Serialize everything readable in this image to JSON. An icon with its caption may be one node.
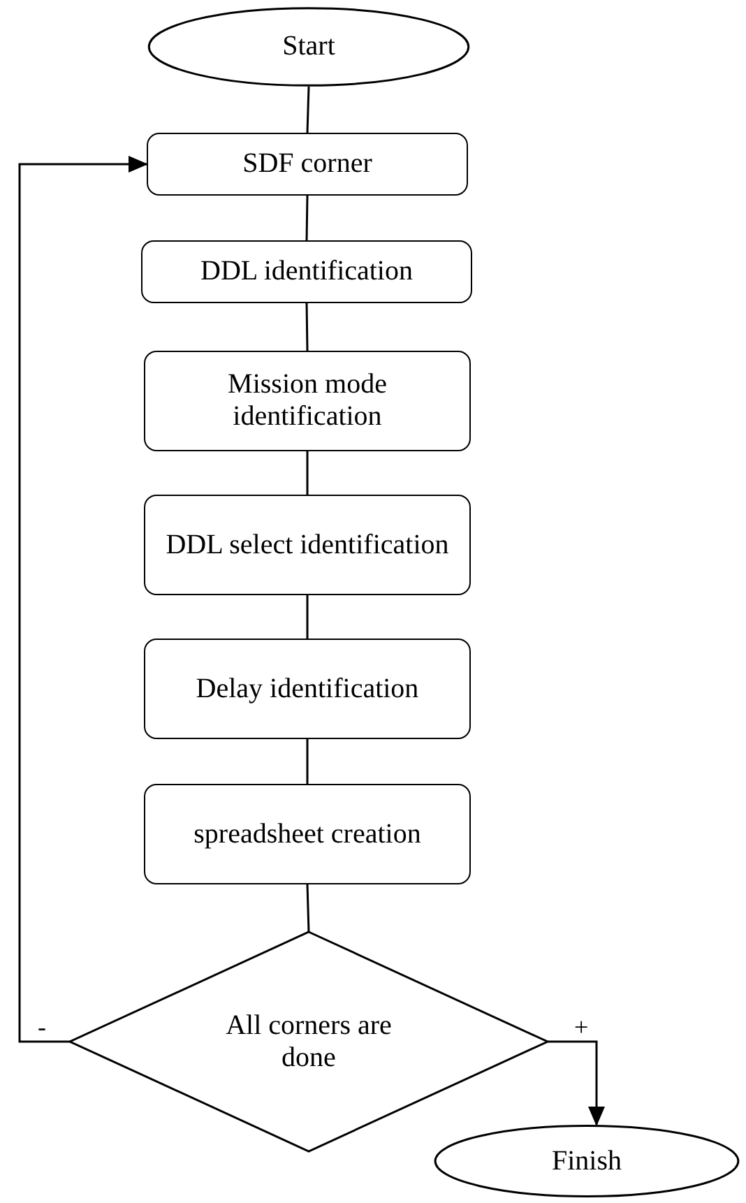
{
  "diagram": {
    "nodes": [
      {
        "text": [
          "Start"
        ]
      },
      {
        "text": [
          "SDF corner"
        ]
      },
      {
        "text": [
          "DDL identification"
        ]
      },
      {
        "text": [
          "Mission mode identification"
        ]
      },
      {
        "text": [
          "DDL select identification"
        ]
      },
      {
        "text": [
          "Delay identification"
        ]
      },
      {
        "text": [
          "spreadsheet creation"
        ]
      },
      {
        "text": [
          "All corners are done"
        ]
      },
      {
        "text": [
          "Finish"
        ]
      }
    ],
    "edges": [
      {
        "from": 0,
        "to": 1,
        "arrow": "none"
      },
      {
        "from": 1,
        "to": 2,
        "arrow": "none"
      },
      {
        "from": 2,
        "to": 3,
        "arrow": "none"
      },
      {
        "from": 3,
        "to": 4,
        "arrow": "none"
      },
      {
        "from": 4,
        "to": 5,
        "arrow": "none"
      },
      {
        "from": 5,
        "to": 6,
        "arrow": "none"
      },
      {
        "from": 6,
        "to": 7,
        "arrow": "none"
      },
      {
        "from": 7,
        "to": 1,
        "arrow": "to",
        "label": "-"
      },
      {
        "from": 7,
        "to": 8,
        "arrow": "to",
        "label": "+"
      }
    ]
  }
}
